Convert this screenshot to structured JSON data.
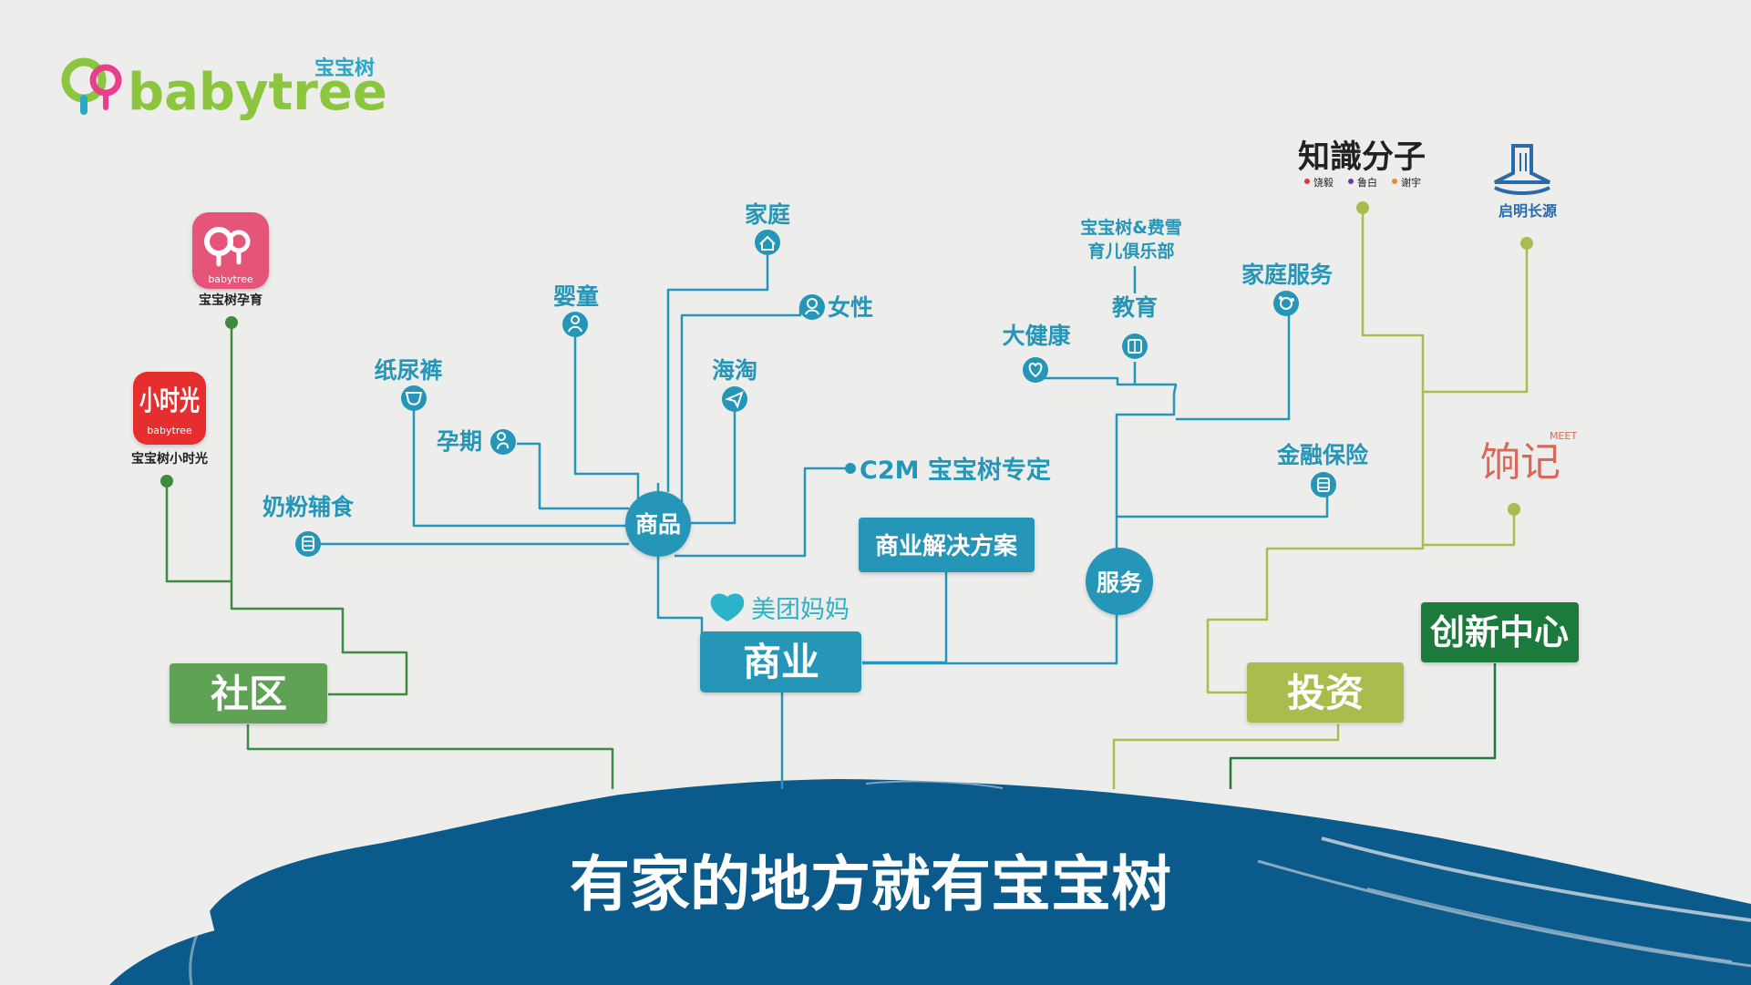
{
  "colors": {
    "background": "#ededec",
    "commerce_blue": "#2596b8",
    "community_green": "#5fa155",
    "community_line": "#3d8a40",
    "invest_olive": "#a9bd4f",
    "innovation_green": "#1f7a3d",
    "brush_navy": "#0b5a8c",
    "logo_green": "#8cc63f",
    "logo_pink": "#e83e8c",
    "logo_blue": "#2aa7c9",
    "app_pink": "#e5547a",
    "app_red": "#e62d2d",
    "xiangji_red": "#d8685a",
    "zhishi_dark": "#222222",
    "qiming_blue": "#2a6aa8"
  },
  "logo": {
    "brand_en": "babytree",
    "brand_cn": "宝宝树"
  },
  "hubs": {
    "community": "社区",
    "commerce": "商业",
    "investment": "投资",
    "innovation": "创新中心",
    "goods": "商品",
    "service": "服务"
  },
  "commerce": {
    "solutions": "商业解决方案",
    "c2m": "C2M 宝宝树专定",
    "meituan_mama": "美团妈妈",
    "goods_items": [
      {
        "label": "家庭",
        "icon": "home-icon"
      },
      {
        "label": "婴童",
        "icon": "child-icon"
      },
      {
        "label": "女性",
        "icon": "woman-icon"
      },
      {
        "label": "纸尿裤",
        "icon": "diaper-icon"
      },
      {
        "label": "海淘",
        "icon": "paper-plane-icon"
      },
      {
        "label": "孕期",
        "icon": "pregnant-icon"
      },
      {
        "label": "奶粉辅食",
        "icon": "milk-can-icon"
      }
    ]
  },
  "service": {
    "items": [
      {
        "label": "宝宝树&费雪"
      },
      {
        "label": "育儿俱乐部"
      },
      {
        "label": "教育",
        "icon": "book-icon"
      },
      {
        "label": "大健康",
        "icon": "heart-icon"
      },
      {
        "label": "家庭服务",
        "icon": "network-icon"
      },
      {
        "label": "金融保险",
        "icon": "coins-icon"
      }
    ]
  },
  "community": {
    "apps": [
      {
        "name": "宝宝树孕育",
        "icon_text": "babytree"
      },
      {
        "name": "宝宝树小时光",
        "icon_text": "小时光",
        "icon_sub": "babytree"
      }
    ]
  },
  "investment": {
    "brands": {
      "zhishi": {
        "title": "知識分子",
        "members": [
          "饶毅",
          "鲁白",
          "谢宇"
        ]
      },
      "qiming": {
        "title": "启明长源"
      },
      "xiangji": {
        "title": "饷记",
        "tag": "MEET"
      }
    }
  },
  "slogan": "有家的地方就有宝宝树"
}
